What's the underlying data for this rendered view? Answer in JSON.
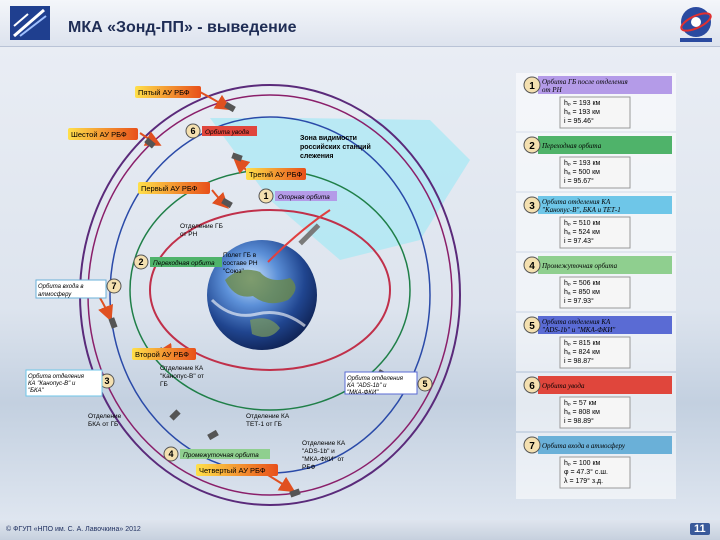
{
  "title": "МКА «Зонд-ПП» - выведение",
  "footer": "© ФГУП «НПО им. С. А. Лавочкина» 2012",
  "page_number": "11",
  "visibility_zone": "Зона видимости российских станций слежения",
  "maneuvers": {
    "a5": "Пятый АУ РБФ",
    "a6": "Шестой АУ РБФ",
    "a3": "Третий АУ РБФ",
    "a1": "Первый АУ РБФ",
    "a2": "Второй АУ РБФ",
    "a4": "Четвертый АУ РБФ"
  },
  "diagram_labels": {
    "drift": "Орбита увода",
    "reference": "Опорная орбита",
    "transfer": "Переходная орбита",
    "reentry": "Орбита входа в атмосферу",
    "sep_gb": "Отделение ГБ от РН",
    "flight": "Полет ГБ в составе РН \"Союз\"",
    "sep_kanopus_orbit": "Орбита отделения КА \"Канопус-В\" и \"БКА\"",
    "sep_kanopus": "Отделение КА \"Канопус-В\" от ГБ",
    "sep_ads_orbit": "Орбита отделения КА \"ADS-1b\" и \"МКА-ФКИ\"",
    "sep_bka": "Отделение БКА от ГБ",
    "sep_tet": "Отделение КА ТЕТ-1 от ГБ",
    "intermediate": "Промежуточная орбита",
    "sep_ads": "Отделение КА \"ADS-1b\" и \"МКА-ФКИ\" от РБФ"
  },
  "panels": [
    {
      "num": "1",
      "title": "Орбита ГБ после отделения от РН",
      "color": "#b49be8",
      "params": [
        "hₚ = 193 км",
        "hₐ = 193 км",
        "i = 95.46°"
      ]
    },
    {
      "num": "2",
      "title": "Переходная орбита",
      "color": "#4fb36a",
      "params": [
        "hₚ = 193 км",
        "hₐ = 500 км",
        "i = 95.67°"
      ]
    },
    {
      "num": "3",
      "title": "Орбита отделения КА \"Канопус-В\", БКА и ТЕТ-1",
      "color": "#6ec6e8",
      "params": [
        "hₚ = 510 км",
        "hₐ = 524 км",
        "i = 97.43°"
      ]
    },
    {
      "num": "4",
      "title": "Промежуточная орбита",
      "color": "#8fcf8f",
      "params": [
        "hₚ = 506 км",
        "hₐ = 850 км",
        "i = 97.93°"
      ]
    },
    {
      "num": "5",
      "title": "Орбита отделения КА \"ADS-1b\" и \"МКА-ФКИ\"",
      "color": "#5a6bd4",
      "params": [
        "hₚ = 815 км",
        "hₐ = 824 км",
        "i = 98.87°"
      ]
    },
    {
      "num": "6",
      "title": "Орбита увода",
      "color": "#e0463c",
      "params": [
        "hₚ = 57 км",
        "hₐ = 808 км",
        "i = 98.89°"
      ]
    },
    {
      "num": "7",
      "title": "Орбита входа в атмосферу",
      "color": "#6ab0d8",
      "params": [
        "hₚ = 100 км",
        "φ = 47.3° с.ш.",
        "λ = 179° з.д."
      ]
    }
  ]
}
